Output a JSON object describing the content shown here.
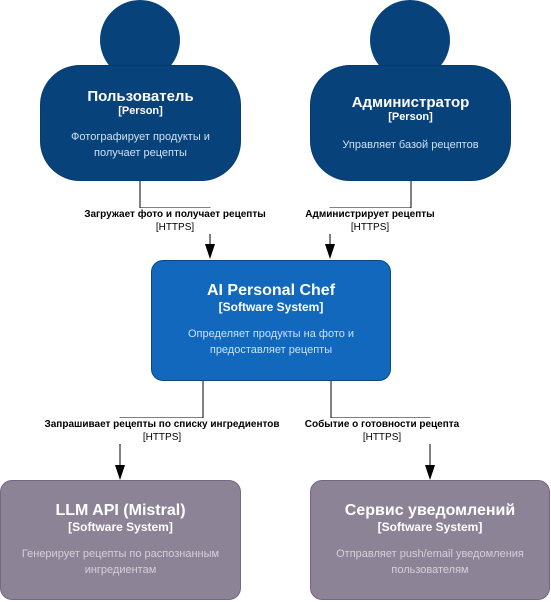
{
  "elements": {
    "user": {
      "name": "Пользователь",
      "type": "[Person]",
      "description": "Фотографирует продукты и получает рецепты"
    },
    "admin": {
      "name": "Администратор",
      "type": "[Person]",
      "description": "Управляет базой рецептов"
    },
    "system": {
      "name": "AI Personal Chef",
      "type": "[Software System]",
      "description": "Определяет продукты на фото и предоставляет рецепты"
    },
    "llm": {
      "name": "LLM API (Mistral)",
      "type": "[Software System]",
      "description": "Генерирует рецепты по распознанным ингредиентам"
    },
    "notify": {
      "name": "Сервис уведомлений",
      "type": "[Software System]",
      "description": "Отправляет push/email уведомления пользователям"
    }
  },
  "relations": {
    "user_to_system": {
      "label": "Загружает фото и получает рецепты",
      "tech": "[HTTPS]"
    },
    "admin_to_system": {
      "label": "Администрирует рецепты",
      "tech": "[HTTPS]"
    },
    "system_to_llm": {
      "label": "Запрашивает рецепты по списку ингредиентов",
      "tech": "[HTTPS]"
    },
    "system_to_notify": {
      "label": "Событие о готовности рецепта",
      "tech": "[HTTPS]"
    }
  },
  "colors": {
    "person": "#08427b",
    "system": "#1168bd",
    "external": "#8c8496",
    "connector": "#000000"
  }
}
